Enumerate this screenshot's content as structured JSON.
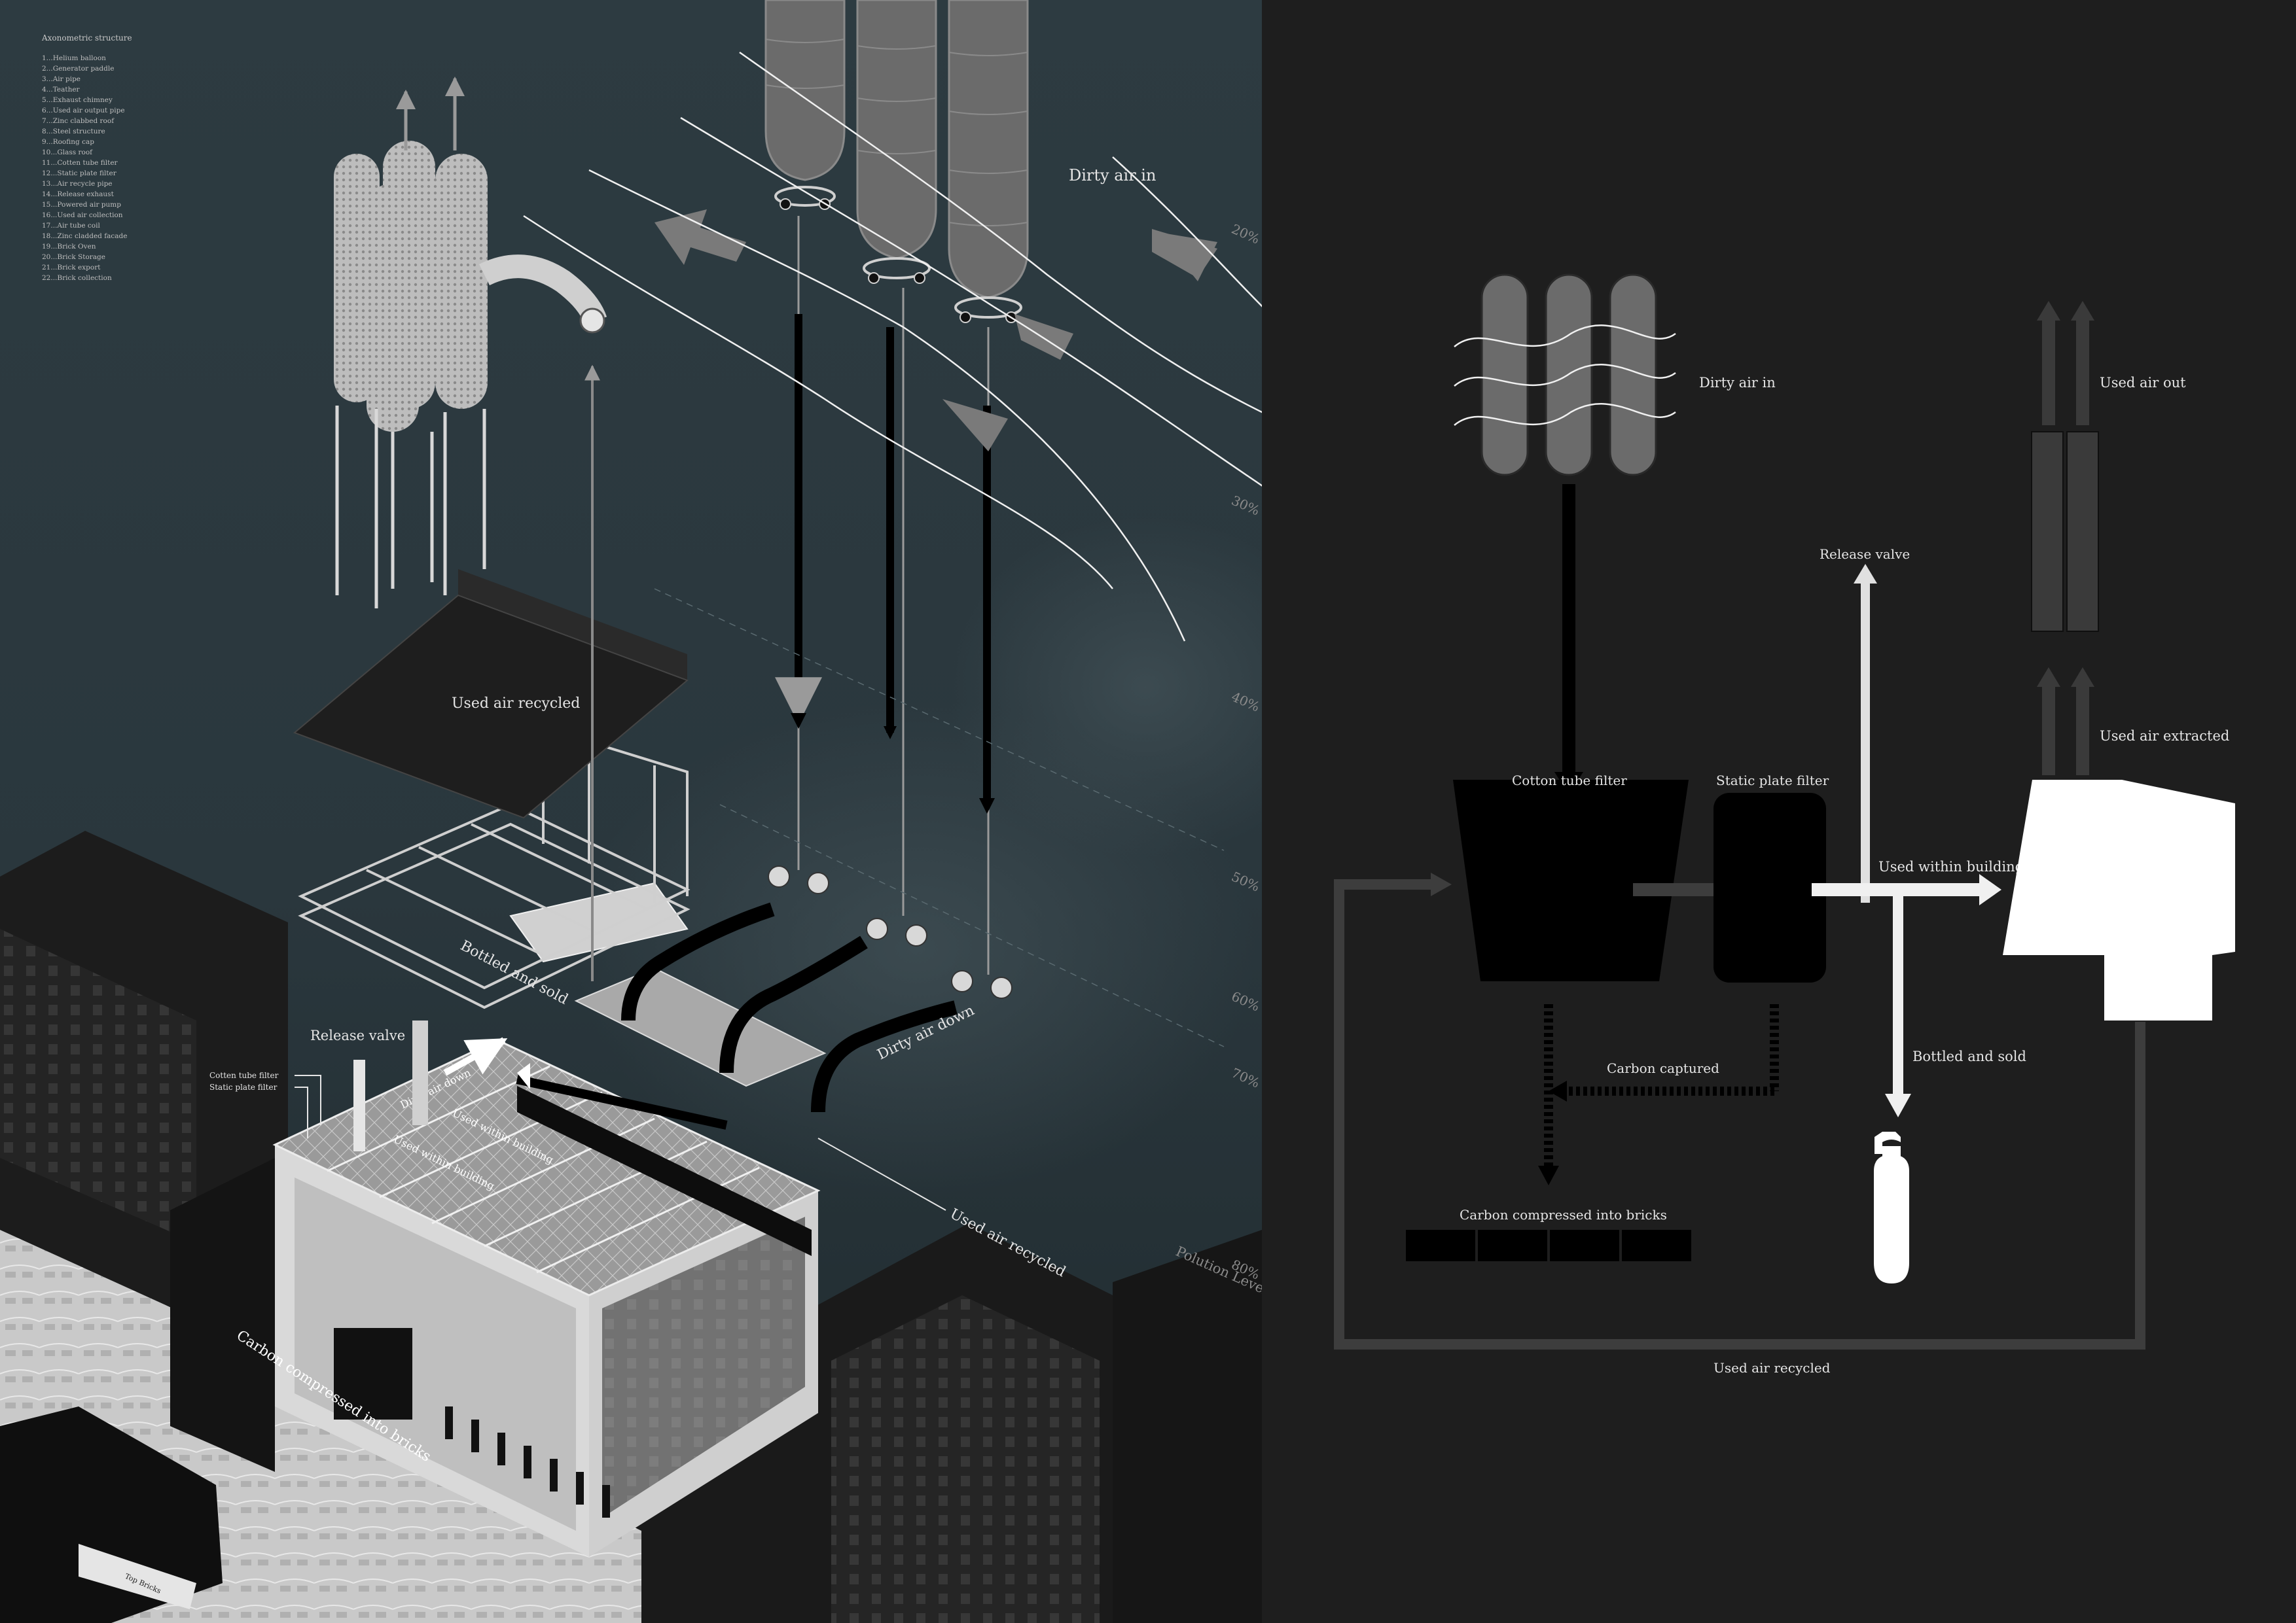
{
  "legend": {
    "title": "Axonometric structure",
    "items": [
      "1...Helium balloon",
      "2...Generator paddle",
      "3...Air pipe",
      "4...Teather",
      "5...Exhaust chimney",
      "6...Used air output pipe",
      "7...Zinc clabbed roof",
      "8...Steel structure",
      "9...Roofing cap",
      "10...Glass roof",
      "11...Cotten tube filter",
      "12...Static plate filter",
      "13...Air recycle pipe",
      "14...Release exhaust",
      "15...Powered air pump",
      "16...Used air collection",
      "17...Air tube coil",
      "18...Zinc cladded facade",
      "19...Brick Oven",
      "20...Brick Storage",
      "21...Brick export",
      "22...Brick collection"
    ]
  },
  "axonometric": {
    "dirty_air_in": "Dirty air in",
    "used_air_recycled_top": "Used air recycled",
    "bottled_and_sold": "Bottled and sold",
    "release_valve": "Release valve",
    "cotton_tube_filter": "Cotten tube filter",
    "static_plate_filter": "Static plate filter",
    "dirty_air_down": "Dirty air down",
    "used_air_recycled": "Used air recycled",
    "carbon_compressed": "Carbon compressed into bricks",
    "dirty_air_down_small": "Dirty air down",
    "used_within_building": "Used within building",
    "used_within_building_2": "Used within building"
  },
  "pollution": {
    "label": "Polution Level",
    "levels": [
      "20%",
      "30%",
      "40%",
      "50%",
      "60%",
      "70%",
      "80%"
    ]
  },
  "flow": {
    "dirty_air_in": "Dirty air in",
    "used_air_out": "Used air out",
    "release_valve": "Release valve",
    "cotton_tube_filter": "Cotton tube filter",
    "static_plate_filter": "Static plate filter",
    "used_air_extracted": "Used air extracted",
    "used_within_building": "Used within building",
    "bottled_and_sold": "Bottled and sold",
    "carbon_captured": "Carbon captured",
    "carbon_compressed": "Carbon compressed into bricks",
    "used_air_recycled": "Used air recycled"
  },
  "colors": {
    "left_background": "#2b3940",
    "right_background": "#1e1e1e",
    "line": "#ffffff",
    "balloon": "#6b6b6b"
  }
}
